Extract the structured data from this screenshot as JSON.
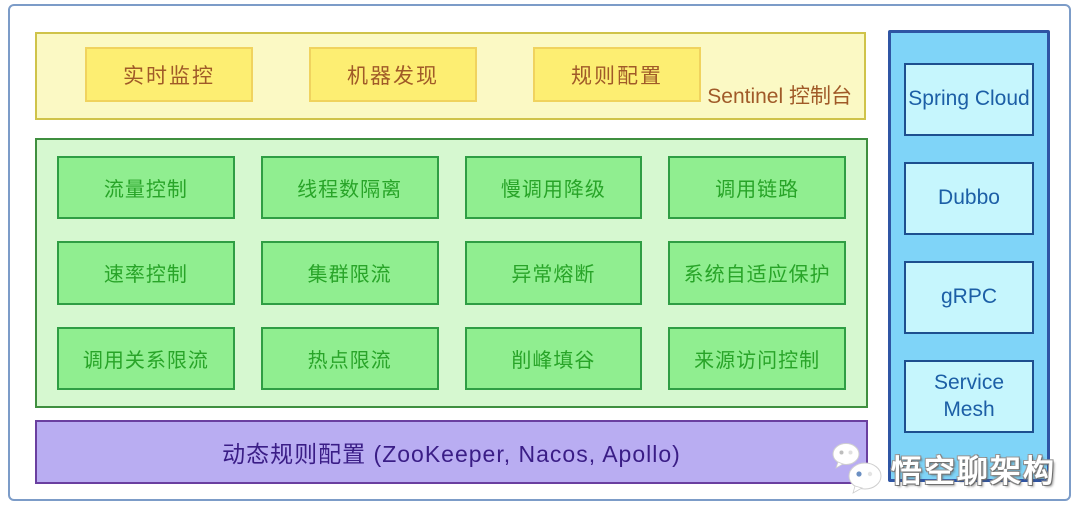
{
  "console_panel": {
    "label": "Sentinel 控制台",
    "items": [
      {
        "label": "实时监控"
      },
      {
        "label": "机器发现"
      },
      {
        "label": "规则配置"
      }
    ]
  },
  "capability_panel": {
    "items": [
      {
        "label": "流量控制"
      },
      {
        "label": "线程数隔离"
      },
      {
        "label": "慢调用降级"
      },
      {
        "label": "调用链路"
      },
      {
        "label": "速率控制"
      },
      {
        "label": "集群限流"
      },
      {
        "label": "异常熔断"
      },
      {
        "label": "系统自适应保护"
      },
      {
        "label": "调用关系限流"
      },
      {
        "label": "热点限流"
      },
      {
        "label": "削峰填谷"
      },
      {
        "label": "来源访问控制"
      }
    ]
  },
  "dynamic_rules_bar": {
    "label": "动态规则配置 (ZooKeeper, Nacos, Apollo)"
  },
  "integrations_panel": {
    "items": [
      {
        "label": "Spring Cloud"
      },
      {
        "label": "Dubbo"
      },
      {
        "label": "gRPC"
      },
      {
        "label": "Service Mesh"
      }
    ]
  },
  "watermark": {
    "label": "悟空聊架构",
    "icon": "chat-bubbles-icon"
  },
  "colors": {
    "frame_border": "#7c9cc8",
    "console_bg": "#fbf9c4",
    "console_border": "#cfc34a",
    "console_box_bg": "#fdee72",
    "console_box_border": "#f0d35e",
    "console_text": "#a05a28",
    "capability_bg": "#d6f8d0",
    "capability_border": "#3f8f3f",
    "capability_box_bg": "#90ee90",
    "capability_box_border": "#2f9e44",
    "capability_text": "#28a428",
    "rules_bg": "#b9adf2",
    "rules_border": "#6a3fa0",
    "rules_text": "#3a1d86",
    "integration_bg": "#7fd4f8",
    "integration_border": "#2f55a4",
    "integration_box_bg": "#c6f6fd",
    "integration_box_border": "#1d4f8f",
    "integration_text": "#1c5fa6"
  }
}
